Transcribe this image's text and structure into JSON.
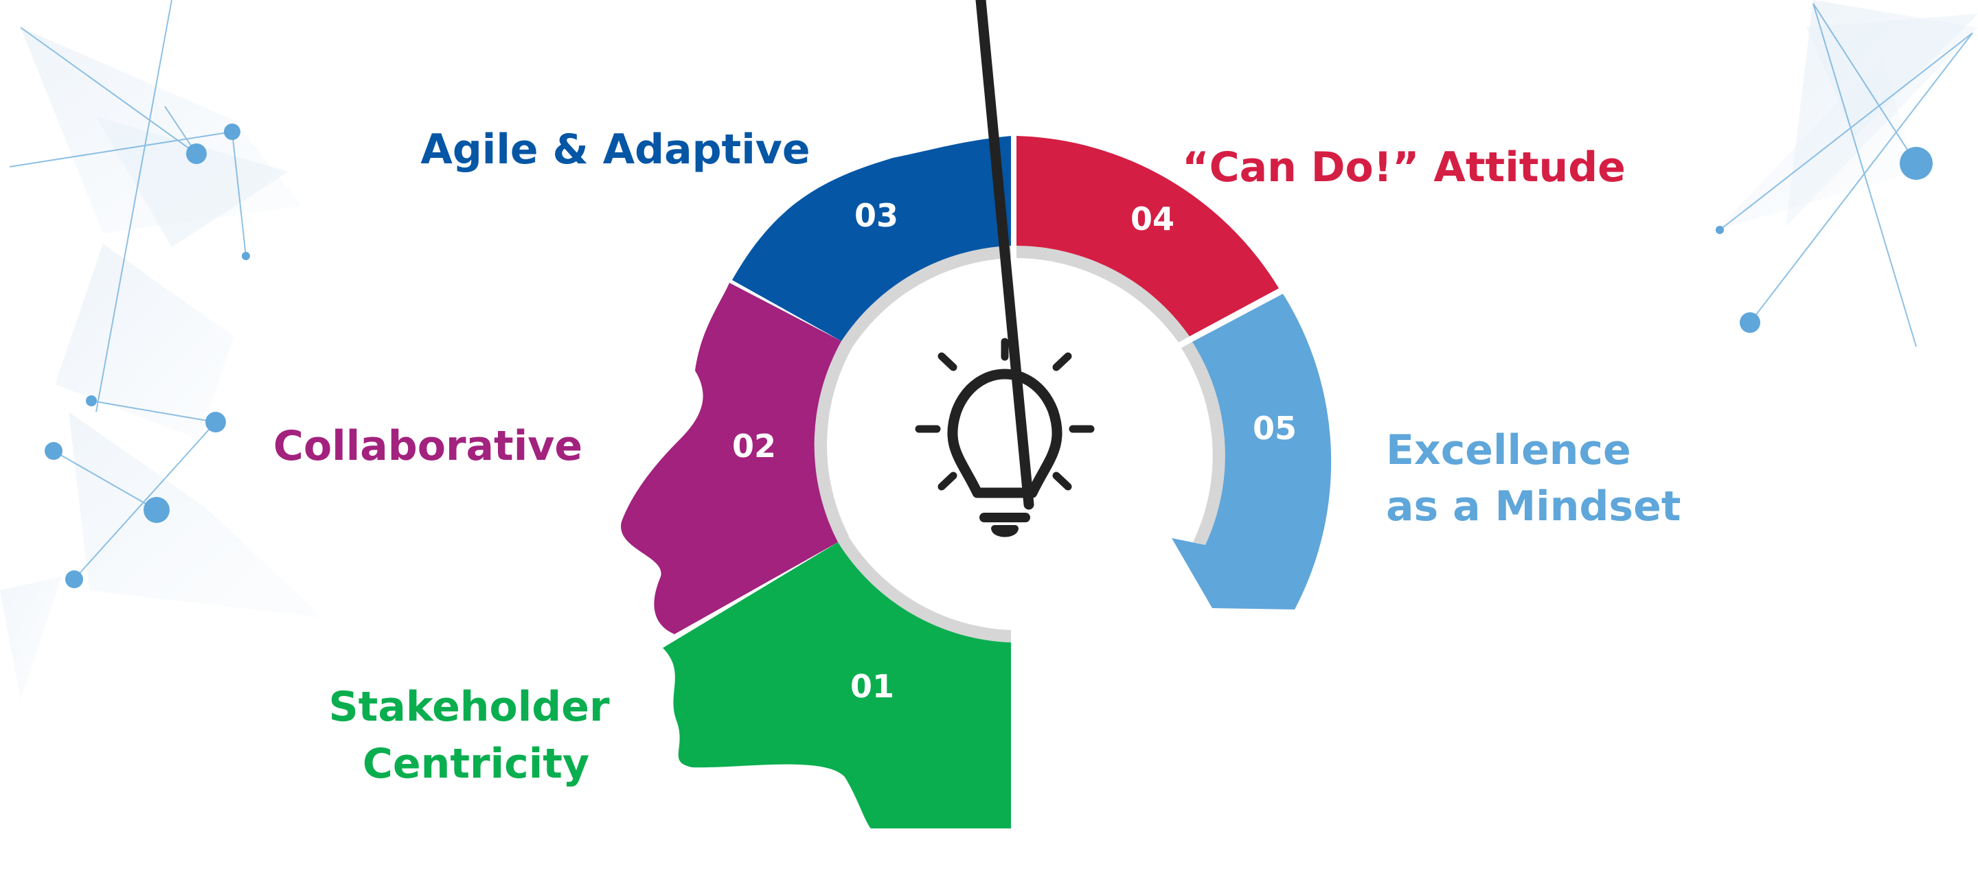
{
  "colors": {
    "blue_dark": "#0556A5",
    "red": "#D51E43",
    "blue_light": "#5FA6DA",
    "purple": "#A2227E",
    "green": "#0AAE4F",
    "icon": "#222222"
  },
  "center_icon": "lightbulb-icon",
  "segments": [
    {
      "number": "01",
      "label_lines": [
        "Stakeholder",
        "Centricity"
      ],
      "color": "#0AAE4F"
    },
    {
      "number": "02",
      "label_lines": [
        "Collaborative"
      ],
      "color": "#A2227E"
    },
    {
      "number": "03",
      "label_lines": [
        "Agile & Adaptive"
      ],
      "color": "#0556A5"
    },
    {
      "number": "04",
      "label_lines": [
        "“Can Do!” Attitude"
      ],
      "color": "#D51E43"
    },
    {
      "number": "05",
      "label_lines": [
        "Excellence",
        "as a Mindset"
      ],
      "color": "#5FA6DA"
    }
  ]
}
